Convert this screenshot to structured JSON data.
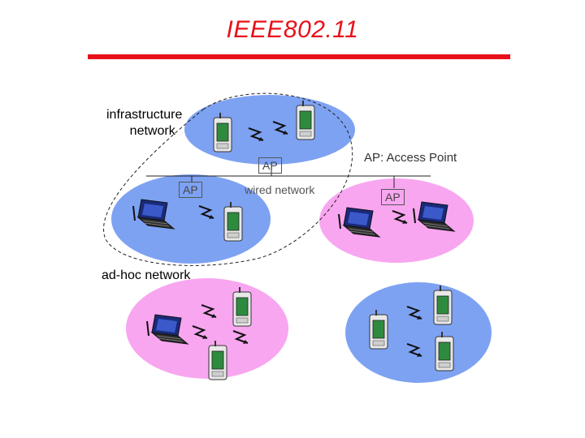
{
  "title": "IEEE802.11",
  "labels": {
    "infrastructure": "infrastructure\nnetwork",
    "infrastructure_line1": "infrastructure",
    "infrastructure_line2": "network",
    "adhoc": "ad-hoc network",
    "wired": "wired network",
    "ap_legend": "AP: Access Point",
    "ap": "AP"
  },
  "colors": {
    "accent": "#e8101a",
    "cell_blue": "#7ea2f2",
    "cell_pink": "#f8a6f0"
  },
  "icons": [
    "laptop-icon",
    "pda-icon",
    "radio-link-icon",
    "access-point-icon"
  ]
}
